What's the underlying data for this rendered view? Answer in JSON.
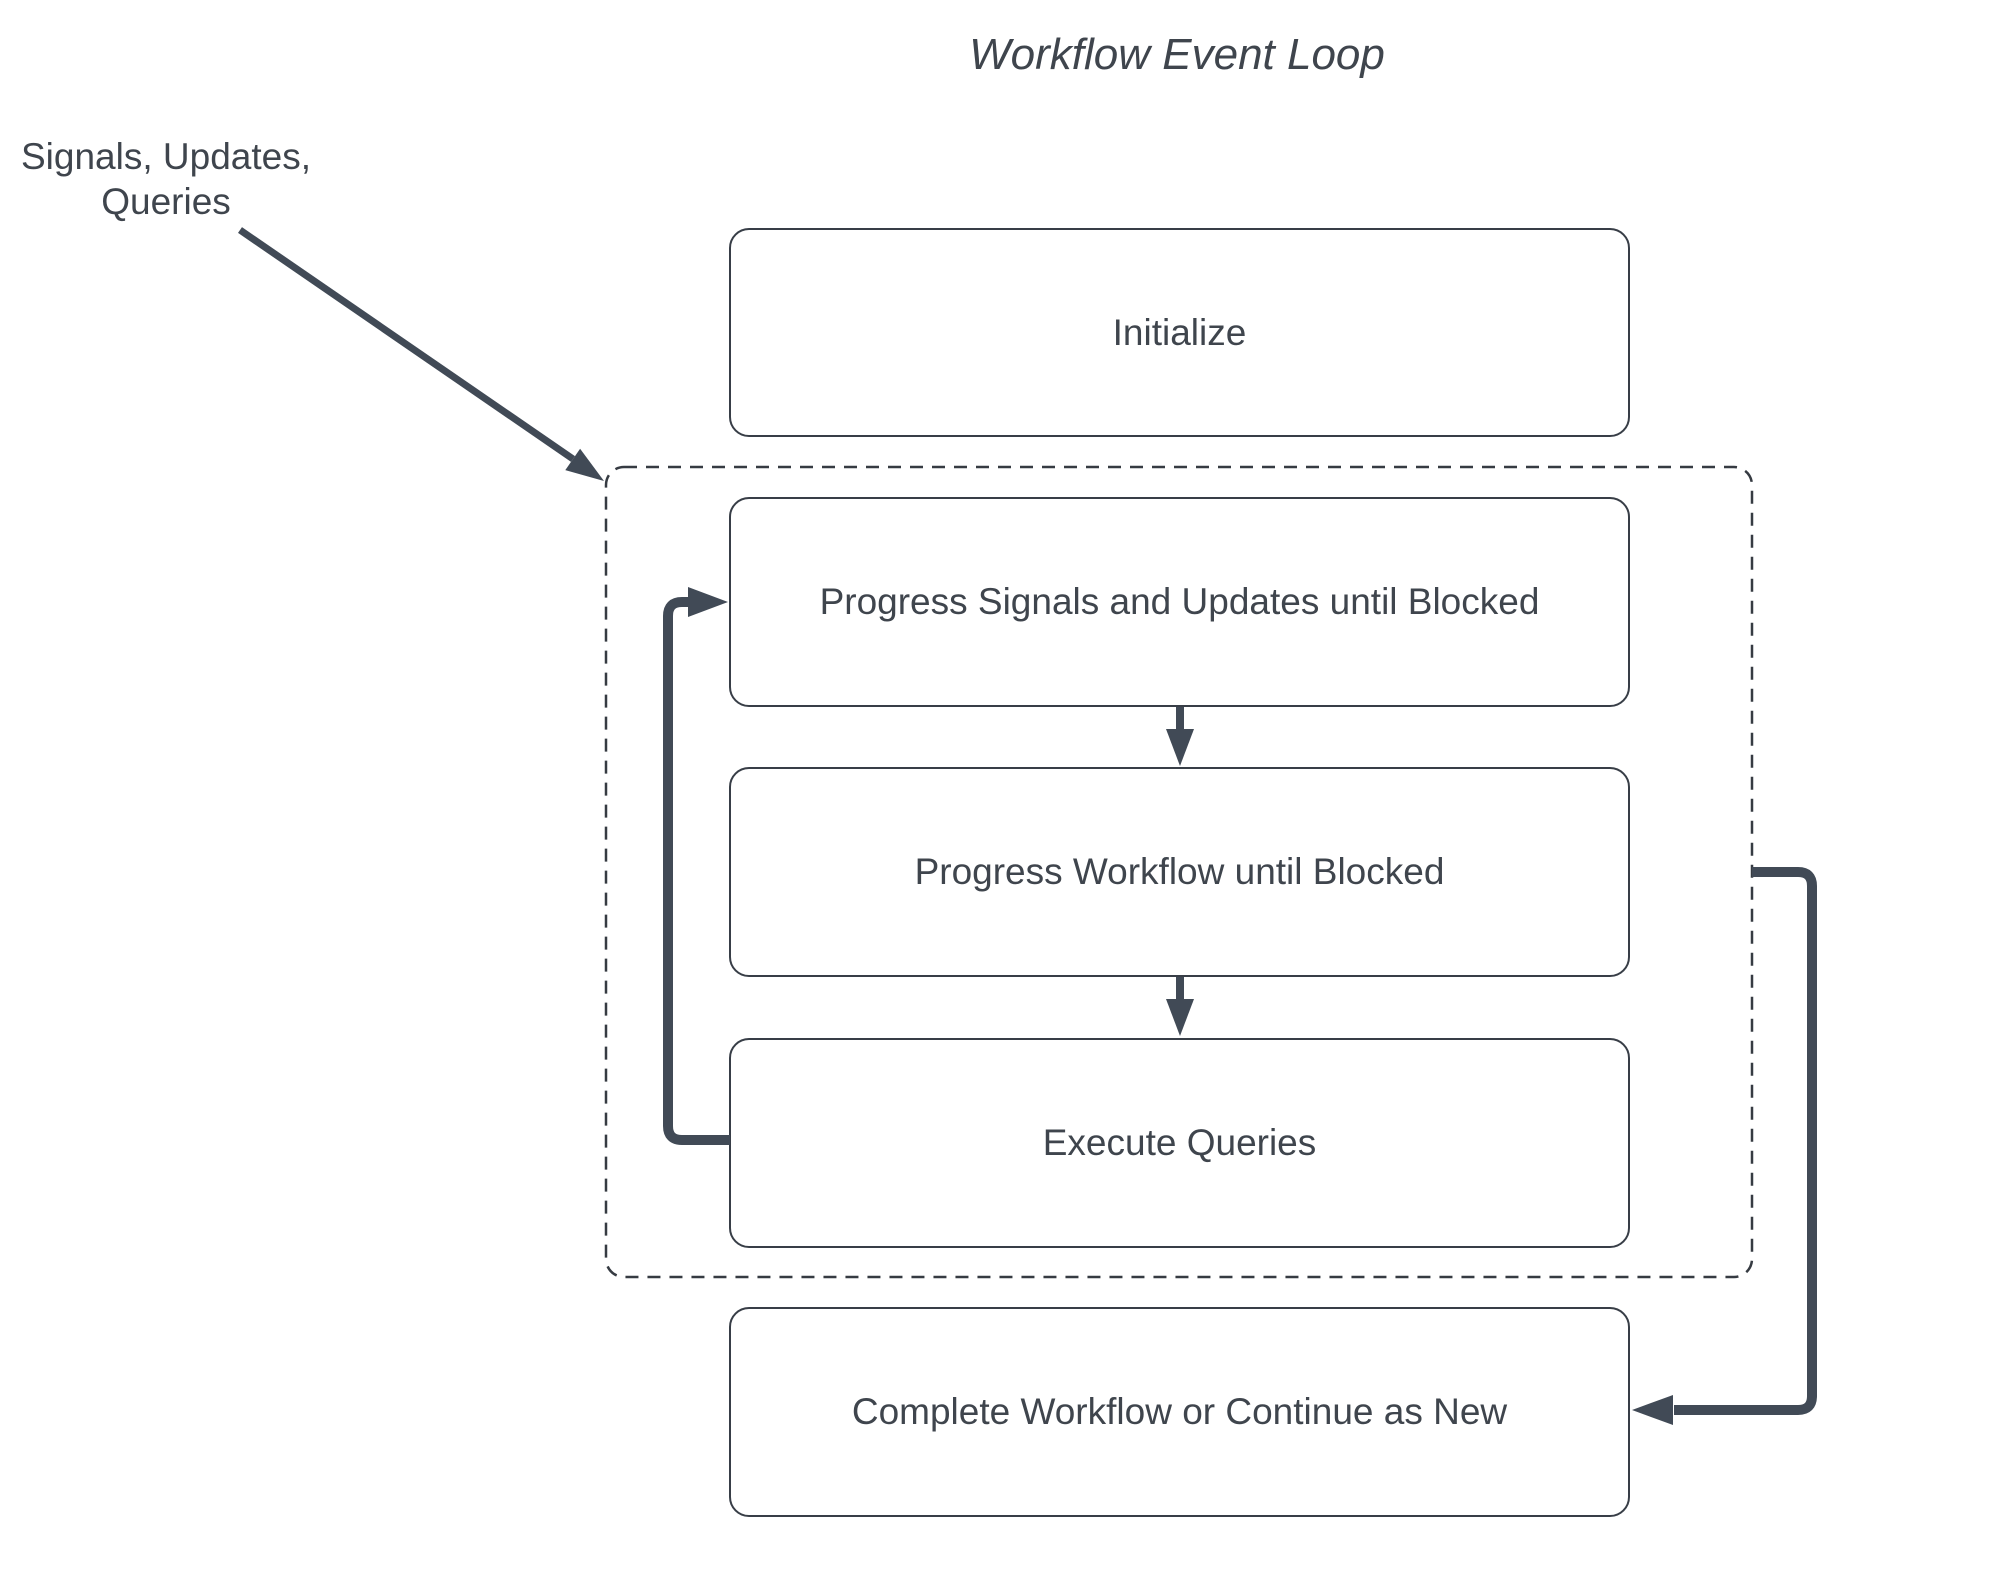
{
  "diagram": {
    "title": "Workflow Event Loop",
    "external_input_label": "Signals, Updates,\nQueries",
    "nodes": [
      {
        "id": "initialize",
        "label": "Initialize"
      },
      {
        "id": "progress-signals",
        "label": "Progress Signals and Updates until Blocked"
      },
      {
        "id": "progress-workflow",
        "label": "Progress Workflow until Blocked"
      },
      {
        "id": "execute-queries",
        "label": "Execute Queries"
      },
      {
        "id": "complete",
        "label": "Complete Workflow or Continue as New"
      }
    ],
    "loop_group": {
      "style": "dashed-rounded-rectangle",
      "member_ids": [
        "progress-signals",
        "progress-workflow",
        "execute-queries"
      ]
    },
    "edges": [
      {
        "from": "external-input-label",
        "to": "loop-group-top-left-corner",
        "type": "thin-diagonal-arrow"
      },
      {
        "from": "progress-signals",
        "to": "progress-workflow",
        "type": "short-down-arrow"
      },
      {
        "from": "progress-workflow",
        "to": "execute-queries",
        "type": "short-down-arrow"
      },
      {
        "from": "execute-queries",
        "to": "progress-signals",
        "type": "thick-left-loopback-arrow"
      },
      {
        "from": "loop-group-right-edge",
        "to": "complete",
        "type": "thick-right-elbow-arrow"
      }
    ],
    "colors": {
      "background": "#ffffff",
      "text": "#3f454d",
      "node_border": "#383e47",
      "connector": "#414a56",
      "dashed_border": "#363b42"
    }
  }
}
